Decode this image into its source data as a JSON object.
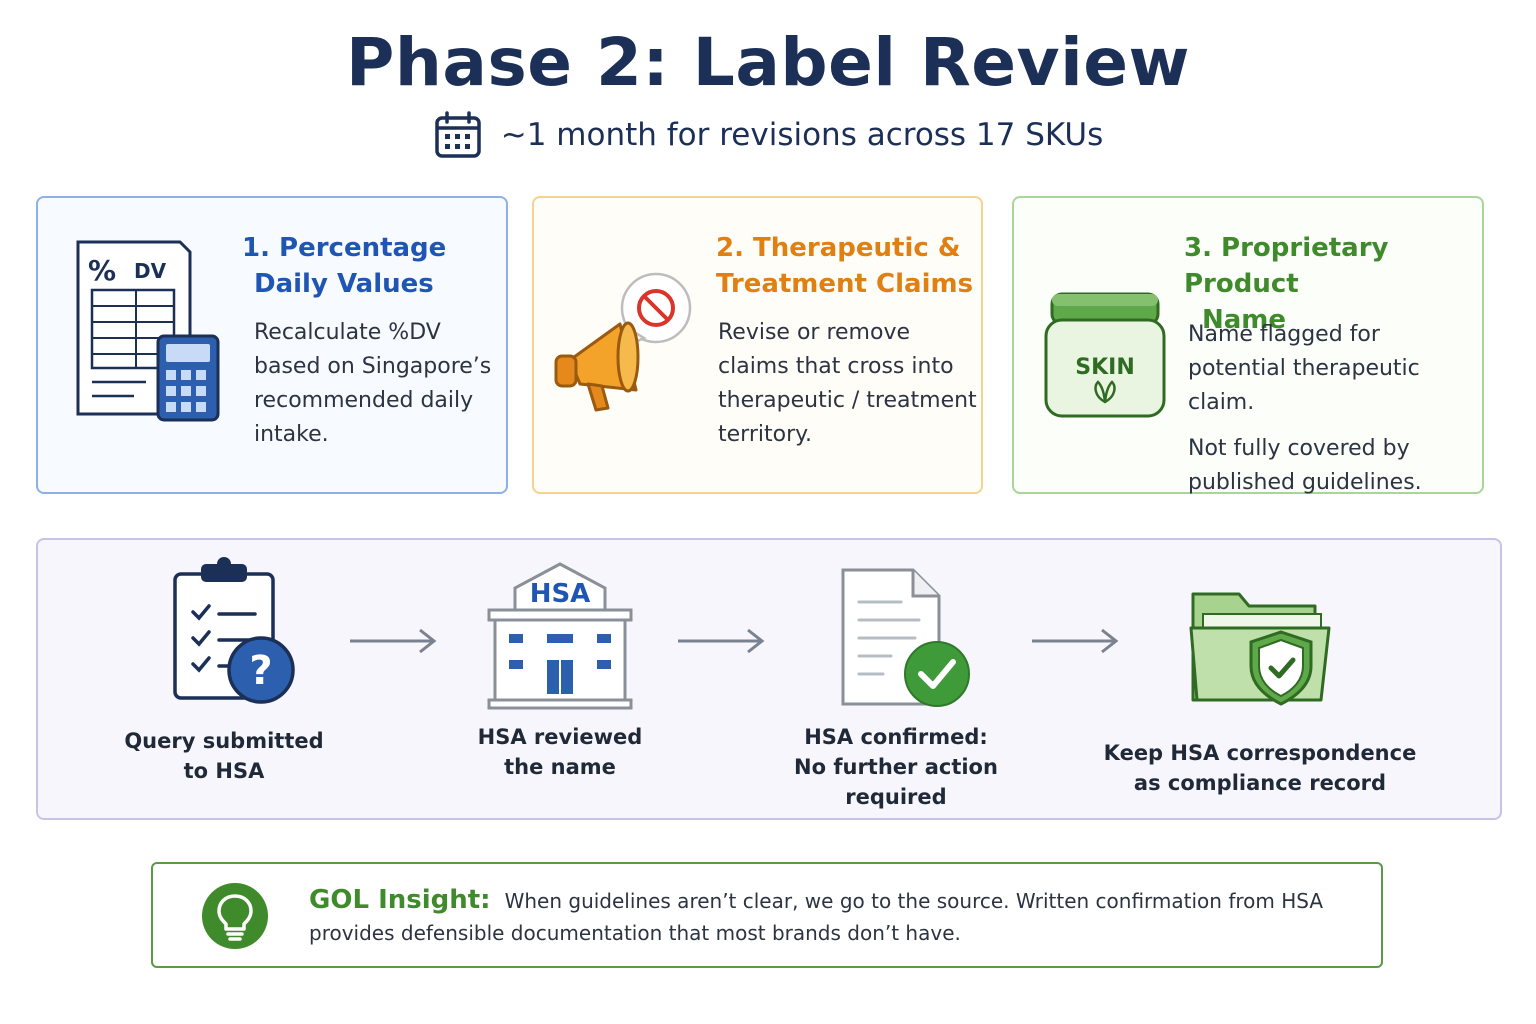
{
  "title": "Phase 2: Label Review",
  "subtitle": "~1 month for revisions across 17 SKUs",
  "cards": [
    {
      "title": "1. Percentage Daily Values",
      "title_line1": "1. Percentage",
      "title_line2": "Daily Values",
      "body": "Recalculate %DV based on Singapore’s recommended daily intake.",
      "icon_text": [
        "%",
        "DV"
      ],
      "accent": "#1f55b3"
    },
    {
      "title_line1": "2. Therapeutic &",
      "title_line2": "Treatment Claims",
      "body": "Revise or remove claims that cross into therapeutic / treatment territory.",
      "accent": "#e07f12"
    },
    {
      "title_line1": "3. Proprietary Product",
      "title_line2": "Name",
      "body1": "Name flagged for potential therapeutic claim.",
      "body2": "Not fully covered by published guidelines.",
      "icon_text": "SKIN",
      "accent": "#3f8a2a"
    }
  ],
  "flow": {
    "steps": [
      {
        "label": "Query submitted\nto HSA"
      },
      {
        "label": "HSA reviewed\nthe name",
        "icon_text": "HSA"
      },
      {
        "label": "HSA confirmed:\nNo further action\nrequired"
      },
      {
        "label": "Keep HSA correspondence\nas compliance record"
      }
    ]
  },
  "insight": {
    "label": "GOL Insight:",
    "text": "When guidelines aren’t clear, we go to the source. Written confirmation from HSA provides defensible documentation that most brands don’t have."
  }
}
